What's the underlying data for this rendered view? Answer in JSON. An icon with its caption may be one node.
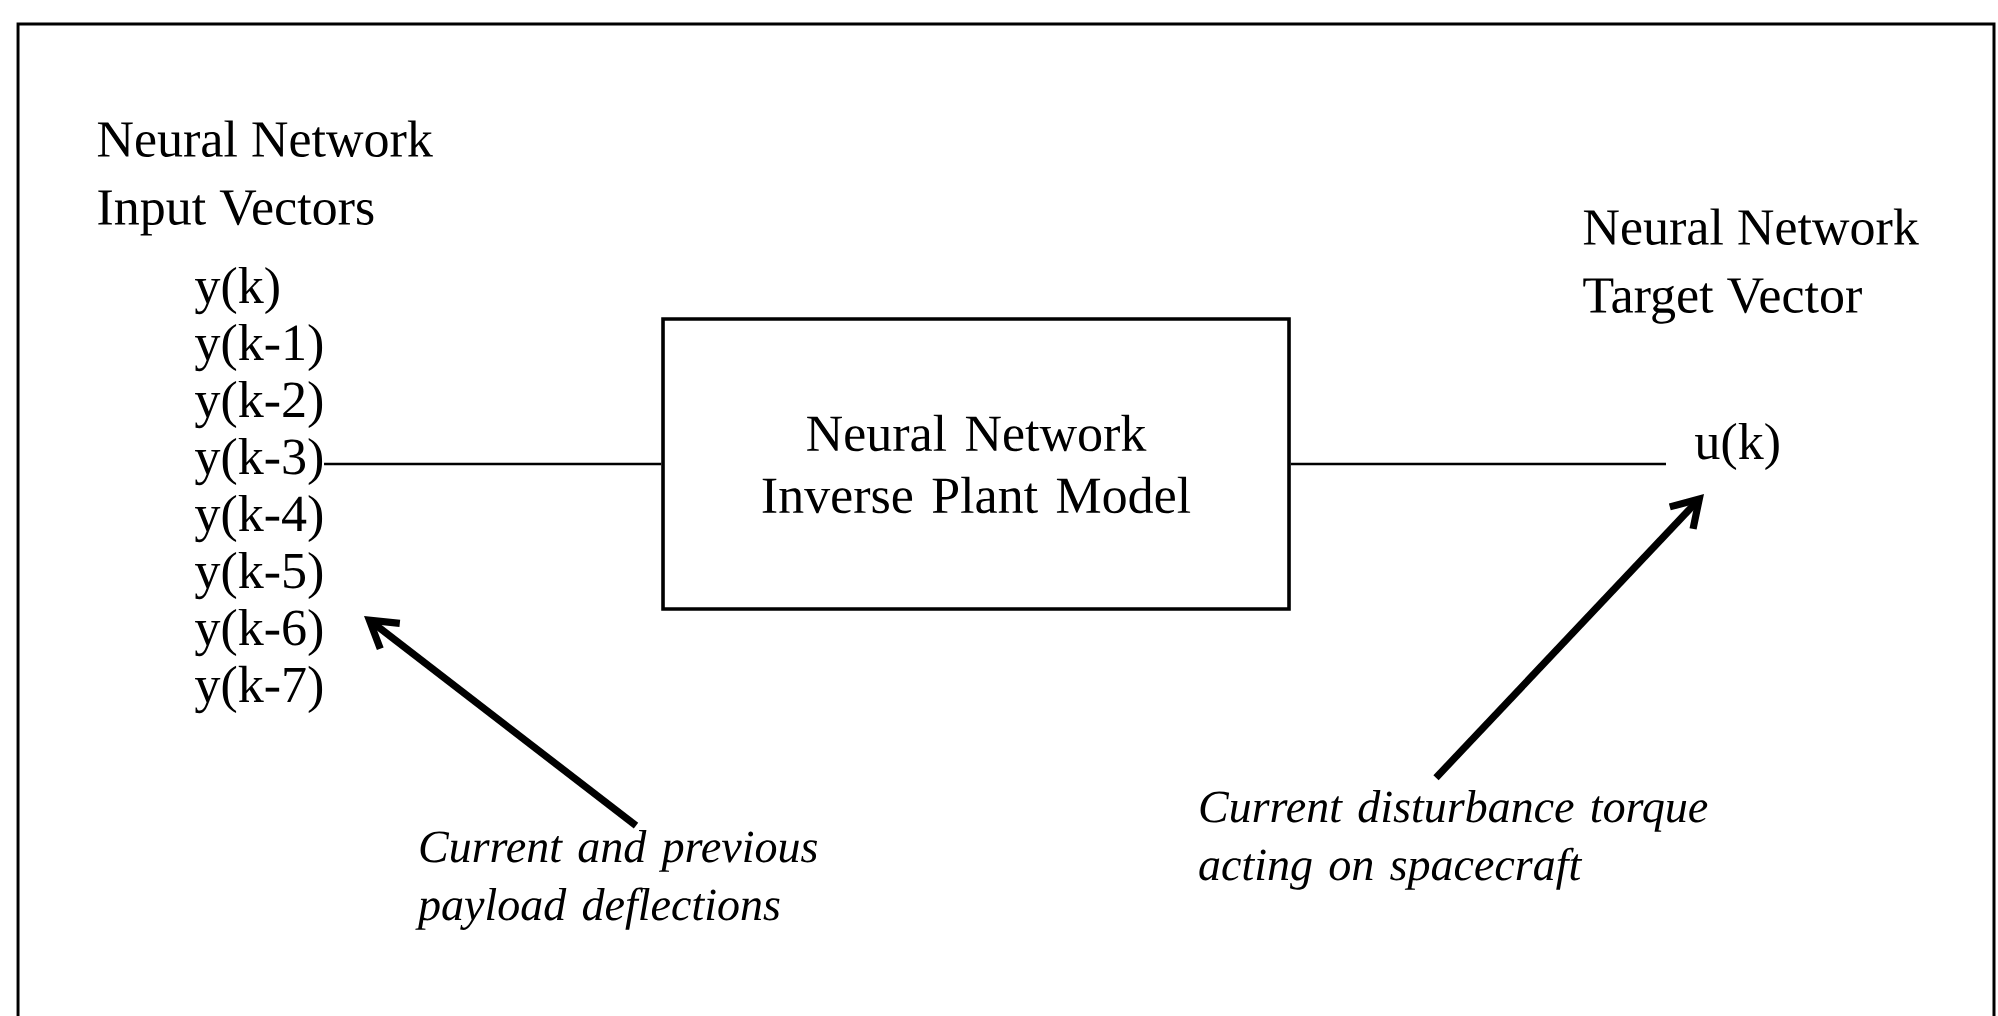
{
  "diagram": {
    "nodes": [
      {
        "text": [
          "Neural Network Input Vectors",
          "y(k)",
          "y(k-1)",
          "y(k-2)",
          "y(k-3)",
          "y(k-4)",
          "y(k-5)",
          "y(k-6)",
          "y(k-7)"
        ]
      },
      {
        "text": [
          "Neural Network Inverse Plant Model"
        ]
      },
      {
        "text": [
          "Neural Network Target Vector",
          "u(k)"
        ]
      },
      {
        "text": [
          "Current and previous payload deflections"
        ]
      },
      {
        "text": [
          "Current disturbance torque acting on spacecraft"
        ]
      }
    ],
    "edges": [
      {
        "from": 0,
        "to": 1,
        "arrow": "none"
      },
      {
        "from": 1,
        "to": 2,
        "arrow": "none"
      },
      {
        "from": 3,
        "to": 0,
        "arrow": "to",
        "style": "thick"
      },
      {
        "from": 4,
        "to": 2,
        "arrow": "to",
        "style": "thick"
      }
    ]
  }
}
